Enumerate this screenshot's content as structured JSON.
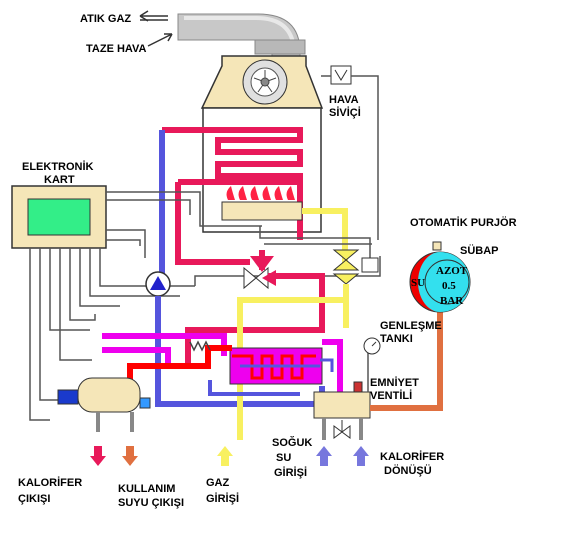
{
  "labels": {
    "exhaust_gas": "ATIK GAZ",
    "fresh_air": "TAZE HAVA",
    "air_switch_line1": "HAVA",
    "air_switch_line2": "SİVİÇİ",
    "electronic_card_line1": "ELEKTRONİK",
    "electronic_card_line2": "KART",
    "auto_purge": "OTOMATİK PURJÖR",
    "valve": "SÜBAP",
    "expansion_tank_line1": "GENLEŞME",
    "expansion_tank_line2": "TANKI",
    "safety_valve_line1": "EMNİYET",
    "safety_valve_line2": "VENTİLİ",
    "cold_water_line1": "SOĞUK",
    "cold_water_line2": "SU",
    "cold_water_line3": "GİRİŞİ",
    "heater_return_line1": "KALORİFER",
    "heater_return_line2": "DÖNÜŞÜ",
    "heater_out_line1": "KALORİFER",
    "heater_out_line2": "ÇIKIŞI",
    "hot_water_out_line1": "KULLANIM",
    "hot_water_out_line2": "SUYU ÇIKIŞI",
    "gas_in_line1": "GAZ",
    "gas_in_line2": "GİRİŞİ"
  },
  "tank": {
    "water_side": "SU",
    "gas_line1": "AZOT",
    "gas_line2": "0.5",
    "gas_line3": "BAR"
  },
  "colors": {
    "hot_flow": "#e8195a",
    "hot_water": "#ff0000",
    "supply_magenta": "#ee00ee",
    "cold_flow": "#5555dd",
    "gas_line": "#f8f060",
    "return_orange": "#e07040",
    "flue_gray": "#c0c0c0",
    "boiler_body": "#f5e6b8",
    "screen_green": "#33ee88",
    "tank_red": "#ee0000",
    "tank_cyan": "#33e0ee"
  }
}
